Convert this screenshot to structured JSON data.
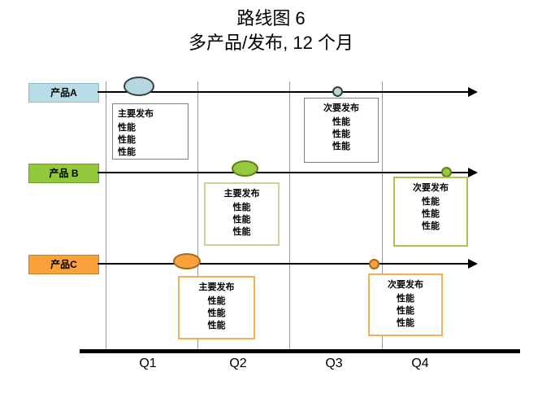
{
  "title": "路线图 6",
  "subtitle": "多产品/发布, 12 个月",
  "quarters": [
    "Q1",
    "Q2",
    "Q3",
    "Q4"
  ],
  "colors": {
    "product_a": "#b9dde6",
    "product_b": "#93c83d",
    "product_c": "#f9a13b",
    "axis": "#000000"
  },
  "products": [
    {
      "label": "产品A",
      "milestones": [
        {
          "kind": "major",
          "title": "主要发布",
          "features": [
            "性能",
            "性能",
            "性能"
          ]
        },
        {
          "kind": "minor",
          "title": "次要发布",
          "features": [
            "性能",
            "性能",
            "性能"
          ]
        }
      ]
    },
    {
      "label": "产品 B",
      "milestones": [
        {
          "kind": "major",
          "title": "主要发布",
          "features": [
            "性能",
            "性能",
            "性能"
          ]
        },
        {
          "kind": "minor",
          "title": "次要发布",
          "features": [
            "性能",
            "性能",
            "性能"
          ]
        }
      ]
    },
    {
      "label": "产品C",
      "milestones": [
        {
          "kind": "major",
          "title": "主要发布",
          "features": [
            "性能",
            "性能",
            "性能"
          ]
        },
        {
          "kind": "minor",
          "title": "次要发布",
          "features": [
            "性能",
            "性能",
            "性能"
          ]
        }
      ]
    }
  ]
}
